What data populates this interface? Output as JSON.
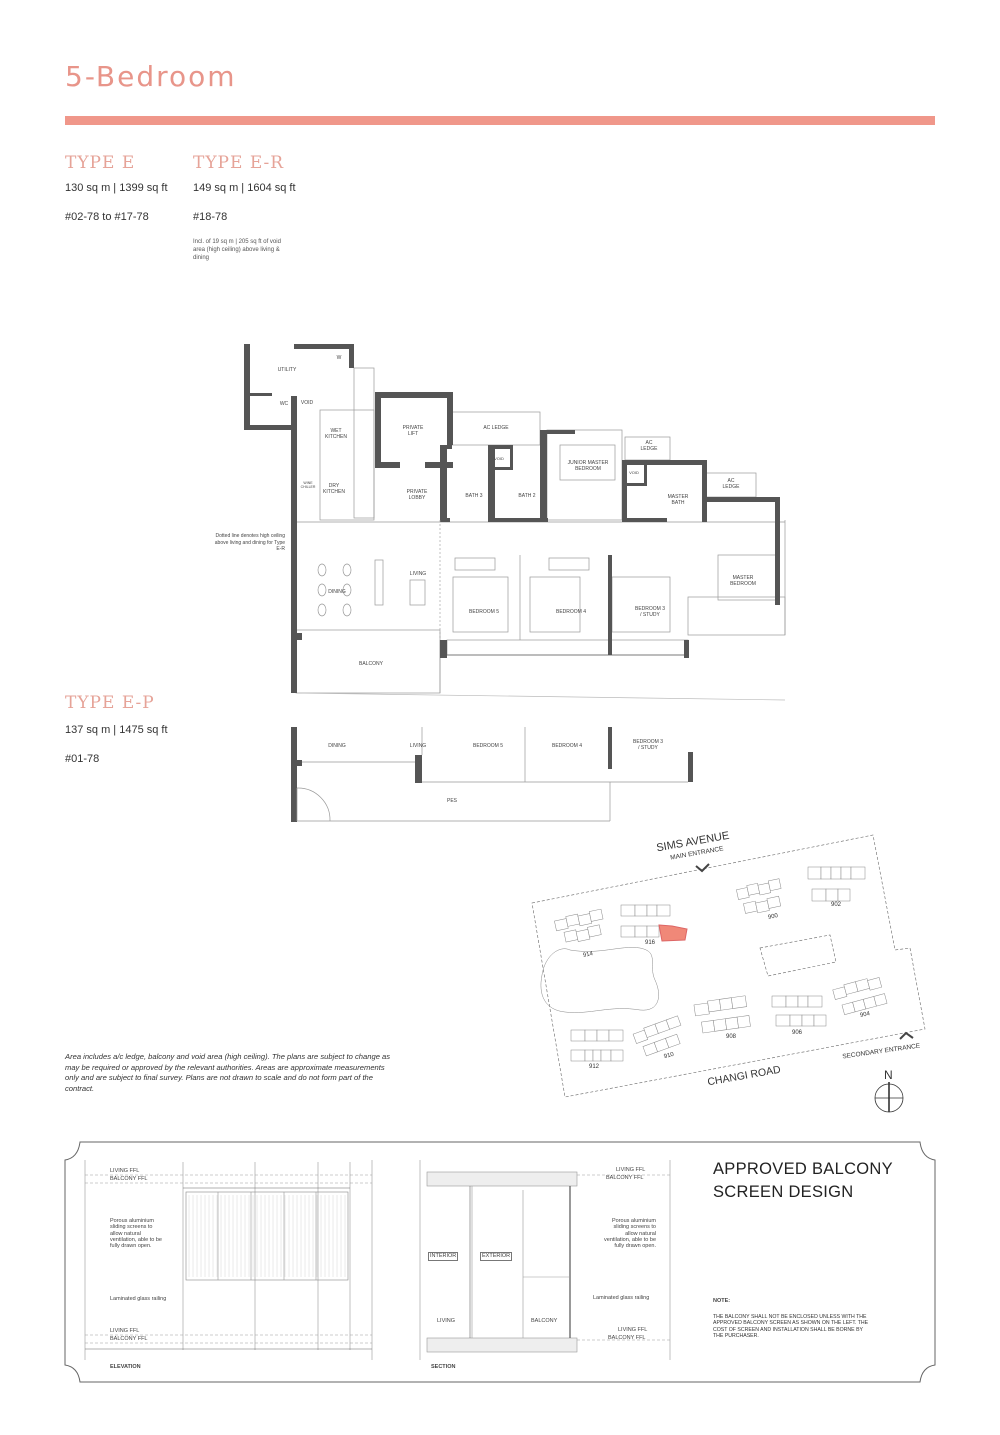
{
  "page_title": "5-Bedroom",
  "accent_color": "#f0978a",
  "types": [
    {
      "name": "TYPE E",
      "area": "130 sq m | 1399 sq ft",
      "units": "#02-78 to #17-78"
    },
    {
      "name": "TYPE E-R",
      "area": "149 sq m | 1604 sq ft",
      "units": "#18-78",
      "note": "Incl. of 19 sq m | 205 sq ft of void area (high ceiling) above living & dining"
    },
    {
      "name": "TYPE E-P",
      "area": "137 sq m | 1475 sq ft",
      "units": "#01-78"
    }
  ],
  "plan": {
    "utility": "UTILITY",
    "wc": "WC",
    "void": "VOID",
    "w": "W",
    "wet_kitchen": "WET KITCHEN",
    "dry_kitchen": "DRY KITCHEN",
    "wine_chiller": "WINE CHILLER",
    "private_lift": "PRIVATE LIFT",
    "private_lobby": "PRIVATE LOBBY",
    "ac_ledge": "AC LEDGE",
    "bath3": "BATH 3",
    "bath2": "BATH 2",
    "junior_master": "JUNIOR MASTER BEDROOM",
    "master_bath": "MASTER BATH",
    "master_bedroom": "MASTER BEDROOM",
    "living": "LIVING",
    "dining": "DINING",
    "balcony": "BALCONY",
    "bedroom5": "BEDROOM 5",
    "bedroom4": "BEDROOM 4",
    "bedroom3": "BEDROOM 3 / STUDY",
    "dotted_note": "Dotted line denotes high ceiling above living and dining for Type E-R"
  },
  "plan_ep": {
    "dining": "DINING",
    "living": "LIVING",
    "bedroom5": "BEDROOM 5",
    "bedroom4": "BEDROOM 4",
    "bedroom3": "BEDROOM 3 / STUDY",
    "pes": "PES"
  },
  "site": {
    "road_top": "SIMS AVENUE",
    "main_entrance": "MAIN ENTRANCE",
    "road_bottom": "CHANGI ROAD",
    "secondary_entrance": "SECONDARY ENTRANCE",
    "north": "N",
    "highlight_color": "#f08878",
    "blocks": [
      "914",
      "916",
      "900",
      "902",
      "908",
      "906",
      "904",
      "910",
      "912"
    ]
  },
  "disclaimer": "Area includes a/c ledge, balcony and void area (high ceiling). The plans are subject to change as may be required or approved by the relevant authorities. Areas are approximate measurements only and are subject to final survey. Plans are not drawn to scale and do not form part of the contract.",
  "balcony_screen": {
    "title_line1": "APPROVED BALCONY",
    "title_line2": "SCREEN DESIGN",
    "living_ffl": "LIVING FFL",
    "balcony_ffl": "BALCONY FFL",
    "screen_note": "Porous aluminium sliding screens to allow natural ventilation, able to be fully drawn open.",
    "railing_note": "Laminated glass railing",
    "interior": "INTERIOR",
    "exterior": "EXTERIOR",
    "living": "LIVING",
    "balcony": "BALCONY",
    "elevation": "ELEVATION",
    "section": "SECTION",
    "note_heading": "NOTE:",
    "note_text": "THE BALCONY SHALL NOT BE ENCLOSED UNLESS WITH THE APPROVED BALCONY SCREEN AS SHOWN ON THE LEFT. THE COST OF SCREEN AND INSTALLATION SHALL BE BORNE BY THE PURCHASER."
  }
}
